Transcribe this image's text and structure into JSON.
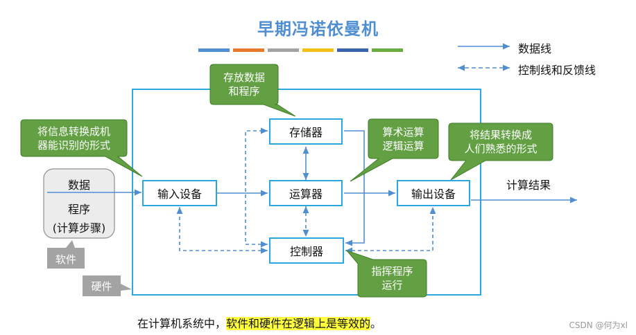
{
  "title": "早期冯诺依曼机",
  "strip_colors": [
    "#4f8ed0",
    "#e87a2d",
    "#a3a3a3",
    "#f4c016",
    "#3b62ad",
    "#6aab3f"
  ],
  "legend": {
    "data_line": "数据线",
    "control_line": "控制线和反馈线"
  },
  "components": {
    "storage": "存储器",
    "alu": "运算器",
    "controller": "控制器",
    "input": "输入设备",
    "output": "输出设备"
  },
  "callouts": {
    "storage_note": [
      "存放数据",
      "和程序"
    ],
    "input_note": [
      "将信息转换成机",
      "器能识别的形式"
    ],
    "alu_note": [
      "算术运算",
      "逻辑运算"
    ],
    "output_note": [
      "将结果转换成",
      "人们熟悉的形式"
    ],
    "controller_note": [
      "指挥程序",
      "运行"
    ]
  },
  "software_box": {
    "data": "数据",
    "program": "程序",
    "steps": "(计算步骤)"
  },
  "software_label": "软件",
  "hardware_label": "硬件",
  "result_label": "计算结果",
  "bottom_note": {
    "prefix": "在计算机系统中，",
    "highlight": "软件和硬件在逻辑上是等效的",
    "suffix": "。"
  },
  "watermark": "CSDN @何为xl",
  "colors": {
    "data_line": "#4f8ed0",
    "hardware_border": "#2aa7e0",
    "callout_fill": "#62a043",
    "gray_fill": "#a3a3a3"
  }
}
